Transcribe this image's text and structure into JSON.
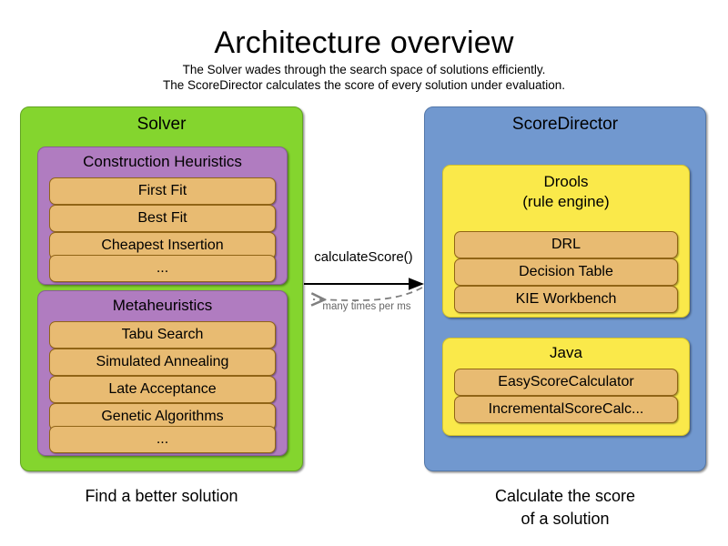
{
  "header": {
    "title": "Architecture overview",
    "subtitle_line1": "The Solver wades through the search space of solutions efficiently.",
    "subtitle_line2": "The ScoreDirector calculates the score of every solution under evaluation."
  },
  "left_panel": {
    "title": "Solver",
    "caption": "Find a better solution",
    "color": "#84d52e",
    "groups": [
      {
        "title": "Construction Heuristics",
        "color": "#b07cc0",
        "items": [
          "First Fit",
          "Best Fit",
          "Cheapest Insertion",
          "..."
        ]
      },
      {
        "title": "Metaheuristics",
        "color": "#b07cc0",
        "items": [
          "Tabu Search",
          "Simulated Annealing",
          "Late Acceptance",
          "Genetic Algorithms",
          "..."
        ]
      }
    ]
  },
  "right_panel": {
    "title": "ScoreDirector",
    "caption_line1": "Calculate the score",
    "caption_line2": "of a solution",
    "color": "#7198cf",
    "groups": [
      {
        "title_line1": "Drools",
        "title_line2": "(rule engine)",
        "color": "#fae94a",
        "items": [
          "DRL",
          "Decision Table",
          "KIE Workbench"
        ]
      },
      {
        "title_line1": "Java",
        "title_line2": "",
        "color": "#fae94a",
        "items": [
          "EasyScoreCalculator",
          "IncrementalScoreCalc..."
        ]
      }
    ]
  },
  "arrows": {
    "forward_label": "calculateScore()",
    "forward_color": "#000000",
    "backward_label": "many times per ms",
    "backward_color": "#808080"
  },
  "colors": {
    "item_fill": "#e8bb72",
    "item_border": "#916516",
    "background": "#ffffff",
    "text": "#000000"
  }
}
